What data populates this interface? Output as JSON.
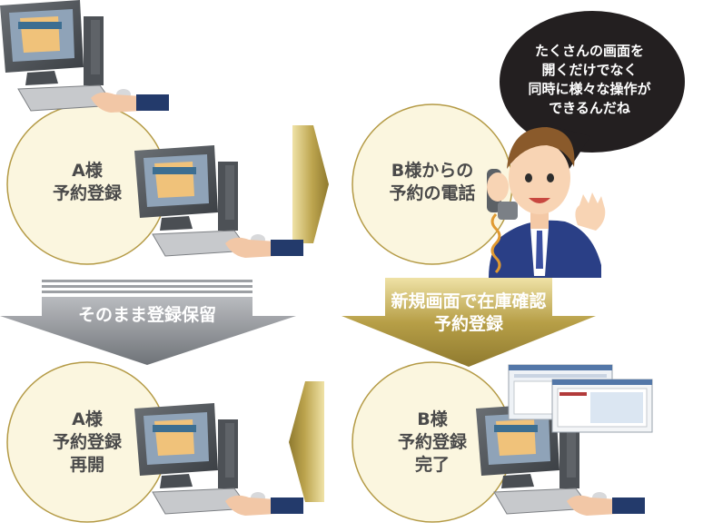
{
  "speech_bubble": {
    "text": "たくさんの画面を\n開くだけでなく\n同時に様々な操作が\nできるんだね"
  },
  "steps": {
    "a_reservation": "A様\n予約登録",
    "b_call": "B様からの\n予約の電話",
    "a_resume": "A様\n予約登録\n再開",
    "b_complete": "B様\n予約登録\n完了"
  },
  "arrows": {
    "hold": "そのまま登録保留",
    "new_screen": "新規画面で在庫確認\n予約登録"
  },
  "colors": {
    "circle_fill": "#fbf6df",
    "circle_stroke": "#b49a45",
    "arrow_gray": "#8e9196",
    "arrow_gold": "#a99445",
    "bubble": "#231f20"
  }
}
